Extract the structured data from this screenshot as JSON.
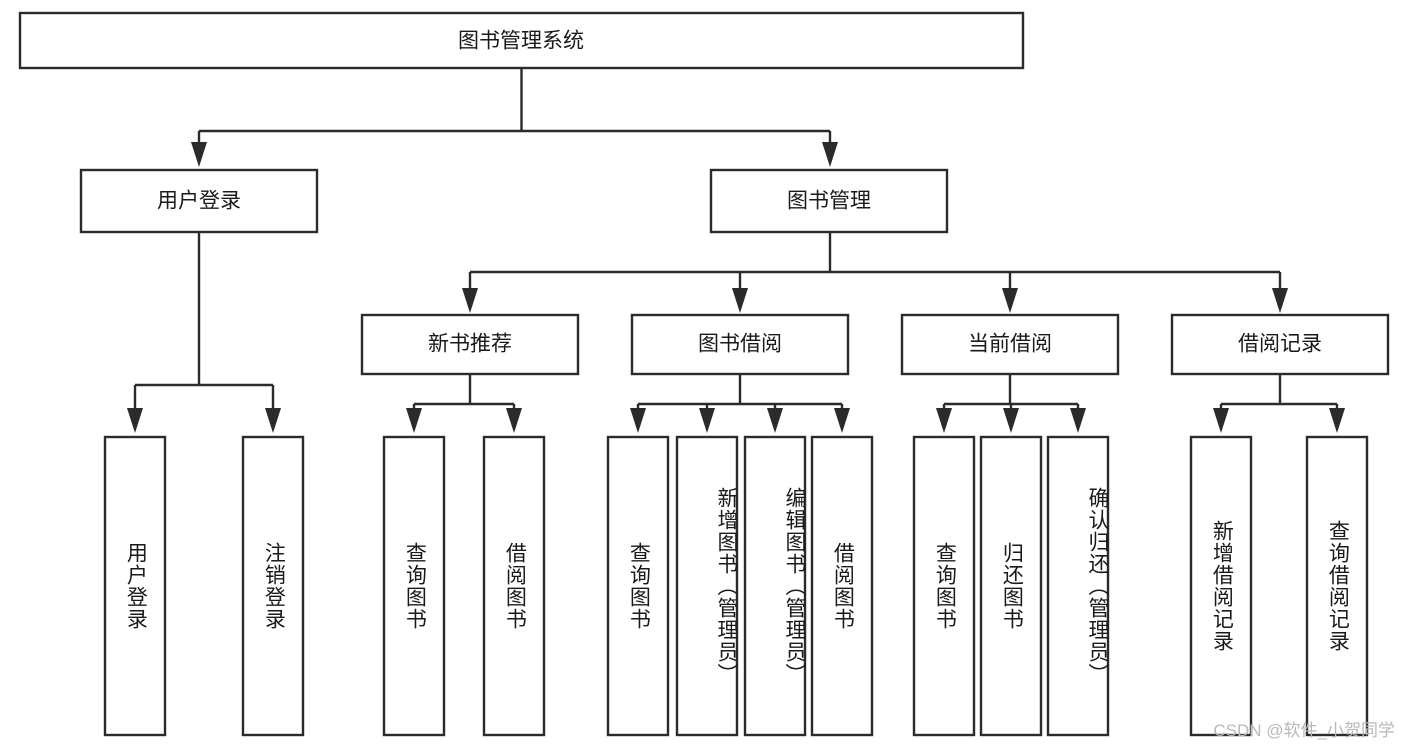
{
  "diagram": {
    "title": "图书管理系统",
    "type": "tree",
    "watermark": "CSDN @软件_小贺同学",
    "colors": {
      "stroke": "#2b2b2b",
      "fill": "#ffffff",
      "text": "#1a1a1a",
      "watermark": "#b9b9b9",
      "background": "#ffffff"
    },
    "root": {
      "label": "图书管理系统",
      "orientation": "horizontal"
    },
    "level2": [
      {
        "label": "用户登录",
        "orientation": "horizontal"
      },
      {
        "label": "图书管理",
        "orientation": "horizontal"
      }
    ],
    "level3": [
      {
        "label": "新书推荐",
        "orientation": "horizontal",
        "parent": "图书管理"
      },
      {
        "label": "图书借阅",
        "orientation": "horizontal",
        "parent": "图书管理"
      },
      {
        "label": "当前借阅",
        "orientation": "horizontal",
        "parent": "图书管理"
      },
      {
        "label": "借阅记录",
        "orientation": "horizontal",
        "parent": "图书管理"
      }
    ],
    "leaves": {
      "user_login": [
        {
          "label": "用户登录",
          "orientation": "vertical"
        },
        {
          "label": "注销登录",
          "orientation": "vertical"
        }
      ],
      "new_book_recommend": [
        {
          "label": "查询图书",
          "orientation": "vertical"
        },
        {
          "label": "借阅图书",
          "orientation": "vertical"
        }
      ],
      "book_borrow": [
        {
          "label": "查询图书",
          "orientation": "vertical"
        },
        {
          "label": "新增图书（管理员）",
          "orientation": "vertical"
        },
        {
          "label": "编辑图书（管理员）",
          "orientation": "vertical"
        },
        {
          "label": "借阅图书",
          "orientation": "vertical"
        }
      ],
      "current_borrow": [
        {
          "label": "查询图书",
          "orientation": "vertical"
        },
        {
          "label": "归还图书",
          "orientation": "vertical"
        },
        {
          "label": "确认归还（管理员）",
          "orientation": "vertical"
        }
      ],
      "borrow_record": [
        {
          "label": "新增借阅记录",
          "orientation": "vertical"
        },
        {
          "label": "查询借阅记录",
          "orientation": "vertical"
        }
      ]
    }
  }
}
